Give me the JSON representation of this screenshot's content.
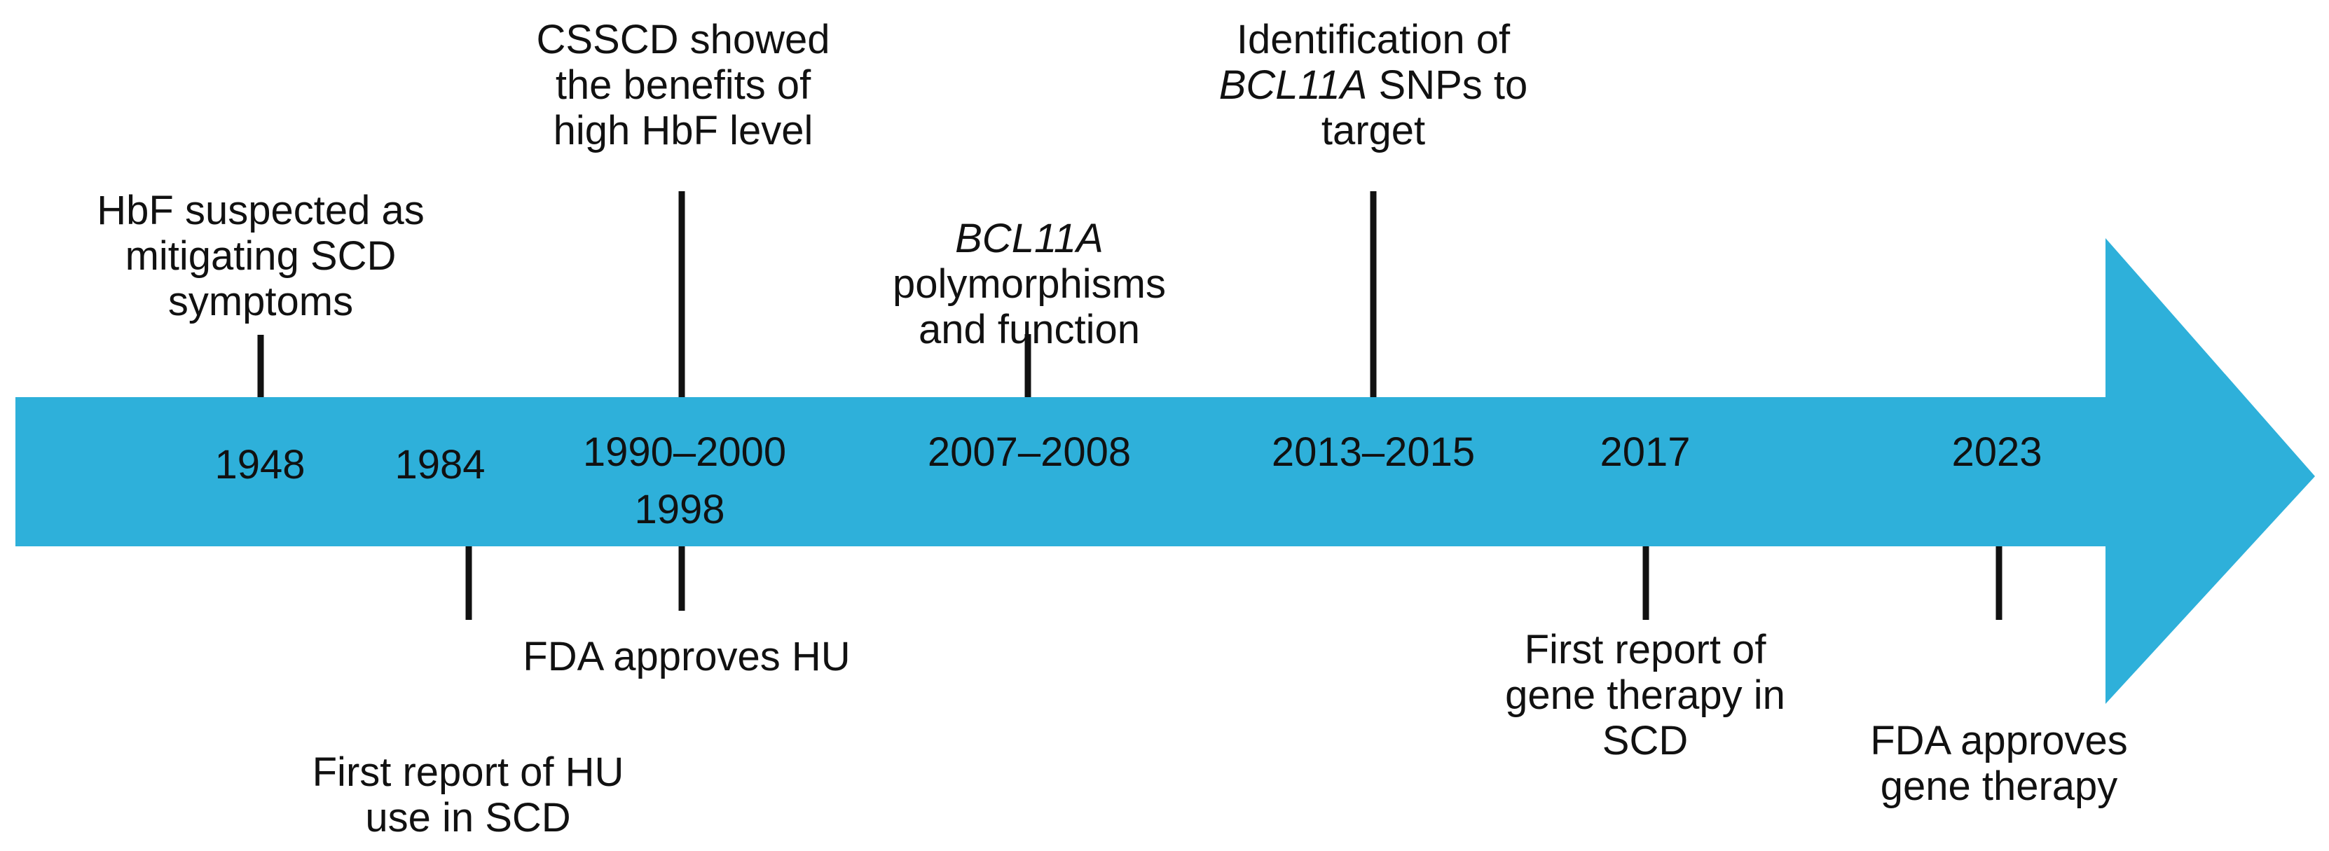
{
  "colors": {
    "arrow": "#2EB0DA",
    "tick": "#111111",
    "text": "#111111"
  },
  "years": {
    "y1948": "1948",
    "y1984": "1984",
    "y1990": "1990–2000",
    "y1998": "1998",
    "y2007": "2007–2008",
    "y2013": "2013–2015",
    "y2017": "2017",
    "y2023": "2023"
  },
  "events_above": {
    "hbf_suspected": {
      "line1": "HbF suspected as",
      "line2": "mitigating SCD",
      "line3": "symptoms"
    },
    "csscd": {
      "line1": "CSSCD showed",
      "line2": "the benefits of",
      "line3": "high HbF level"
    },
    "bcl11a_poly": {
      "line1": "BCL11A",
      "line2": "polymorphisms",
      "line3": "and function"
    },
    "bcl11a_snps": {
      "line1": "Identification of",
      "line2_italic": "BCL11A",
      "line2_rest": " SNPs to",
      "line3": "target"
    }
  },
  "events_below": {
    "fda_hu": {
      "line1": "FDA approves HU"
    },
    "first_hu": {
      "line1": "First report of HU",
      "line2": "use in SCD"
    },
    "first_gene": {
      "line1": "First report of",
      "line2": "gene therapy in",
      "line3": "SCD"
    },
    "fda_gene": {
      "line1": "FDA approves",
      "line2": "gene therapy"
    }
  }
}
